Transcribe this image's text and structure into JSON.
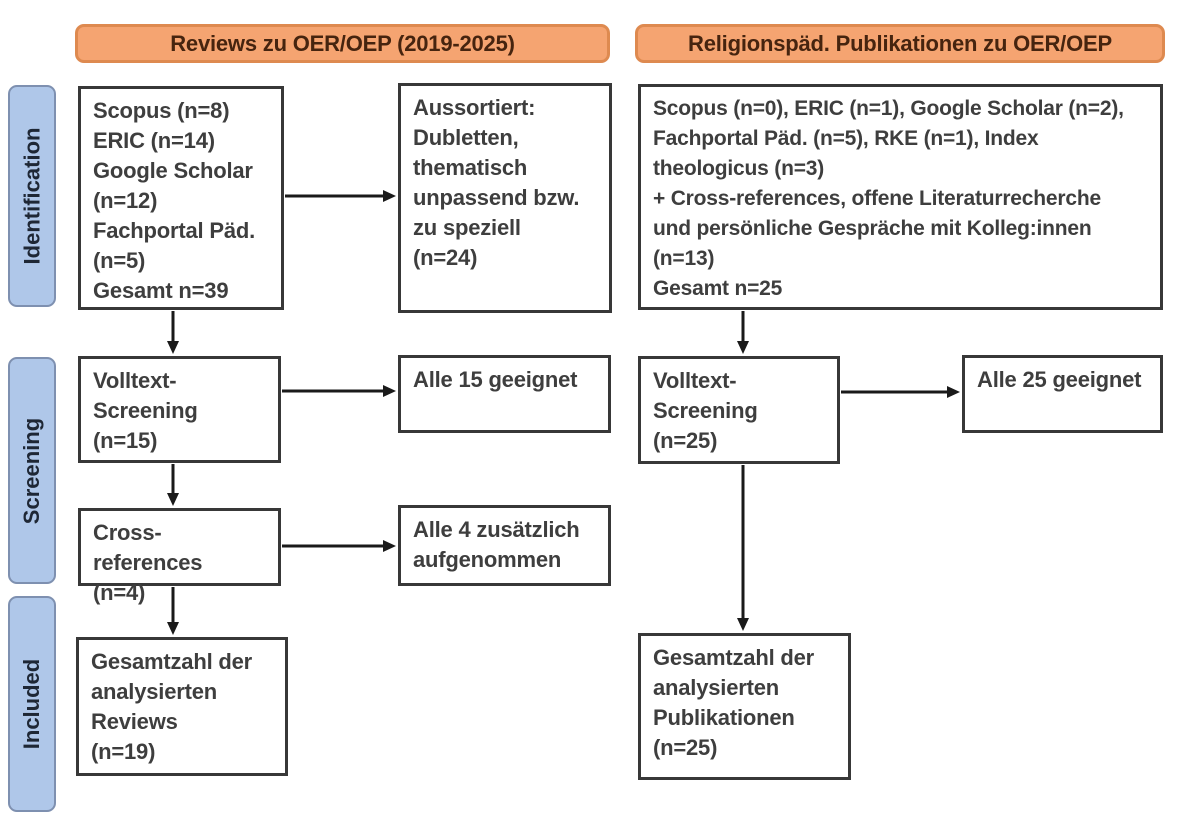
{
  "headers": {
    "left": "Reviews zu OER/OEP (2019-2025)",
    "right": "Religionspäd. Publikationen zu OER/OEP"
  },
  "sidebar": {
    "stages": {
      "identification": "Identification",
      "screening": "Screening",
      "included": "Included"
    }
  },
  "left_column": {
    "sources": "Scopus (n=8)\nERIC (n=14)\nGoogle Scholar\n(n=12)\nFachportal Päd.\n(n=5)\nGesamt n=39",
    "excluded": "Aussortiert:\nDubletten,\nthematisch\nunpassend bzw.\nzu speziell\n(n=24)",
    "fulltext_screening": "Volltext-\nScreening\n(n=15)",
    "all_suitable": "Alle 15 geeignet",
    "cross_references": "Cross-references\n(n=4)",
    "additional_included": "Alle 4 zusätzlich\naufgenommen",
    "total": "Gesamtzahl der\nanalysierten\nReviews\n(n=19)"
  },
  "right_column": {
    "sources": "Scopus (n=0), ERIC (n=1), Google Scholar (n=2),\nFachportal Päd. (n=5), RKE (n=1), Index\ntheologicus (n=3)\n+ Cross-references, offene Literaturrecherche\nund persönliche Gespräche mit Kolleg:innen\n(n=13)\nGesamt n=25",
    "fulltext_screening": "Volltext-\nScreening\n(n=25)",
    "all_suitable": "Alle 25 geeignet",
    "total": "Gesamtzahl der\nanalysierten\nPublikationen\n(n=25)"
  },
  "colors": {
    "header_fill": "#F5A471",
    "header_border": "#DE8A50",
    "header_text": "#46240F",
    "stage_fill": "#AFC7E9",
    "stage_border": "#7E90B0",
    "stage_text": "#1E2735",
    "box_border": "#383838",
    "box_text": "#3E3E3E",
    "arrow": "#1A1A1A"
  }
}
